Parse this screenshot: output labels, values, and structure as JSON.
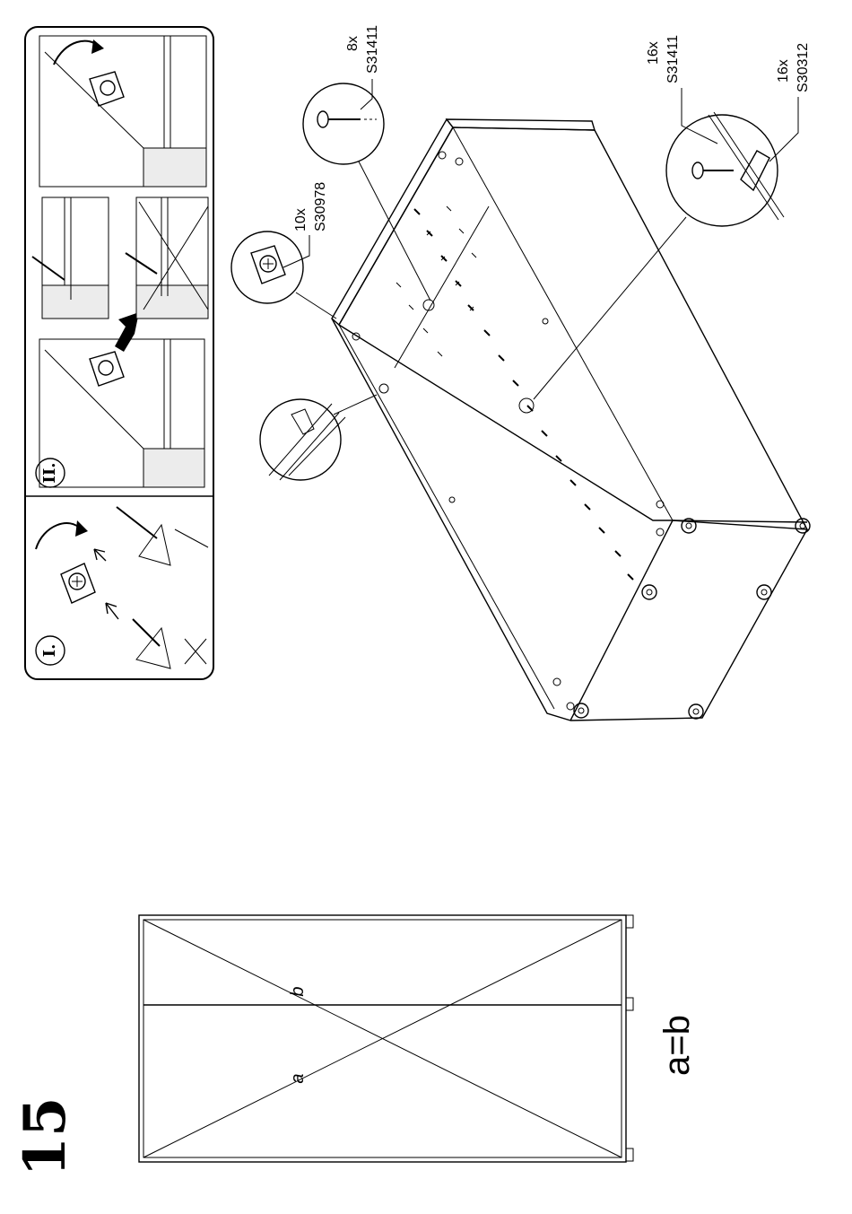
{
  "step_number": "15",
  "callouts": {
    "cam_qty": "10x",
    "cam_code": "S30978",
    "screw_a_qty": "8x",
    "screw_a_code": "S31411",
    "screw_b_qty": "16x",
    "screw_b_code": "S31411",
    "bracket_qty": "16x",
    "bracket_code": "S30312"
  },
  "detail_panel": {
    "section_i": "I.",
    "section_ii": "II."
  },
  "diagonal_check": {
    "label_a": "a",
    "label_b": "b",
    "rule": "a=b"
  }
}
